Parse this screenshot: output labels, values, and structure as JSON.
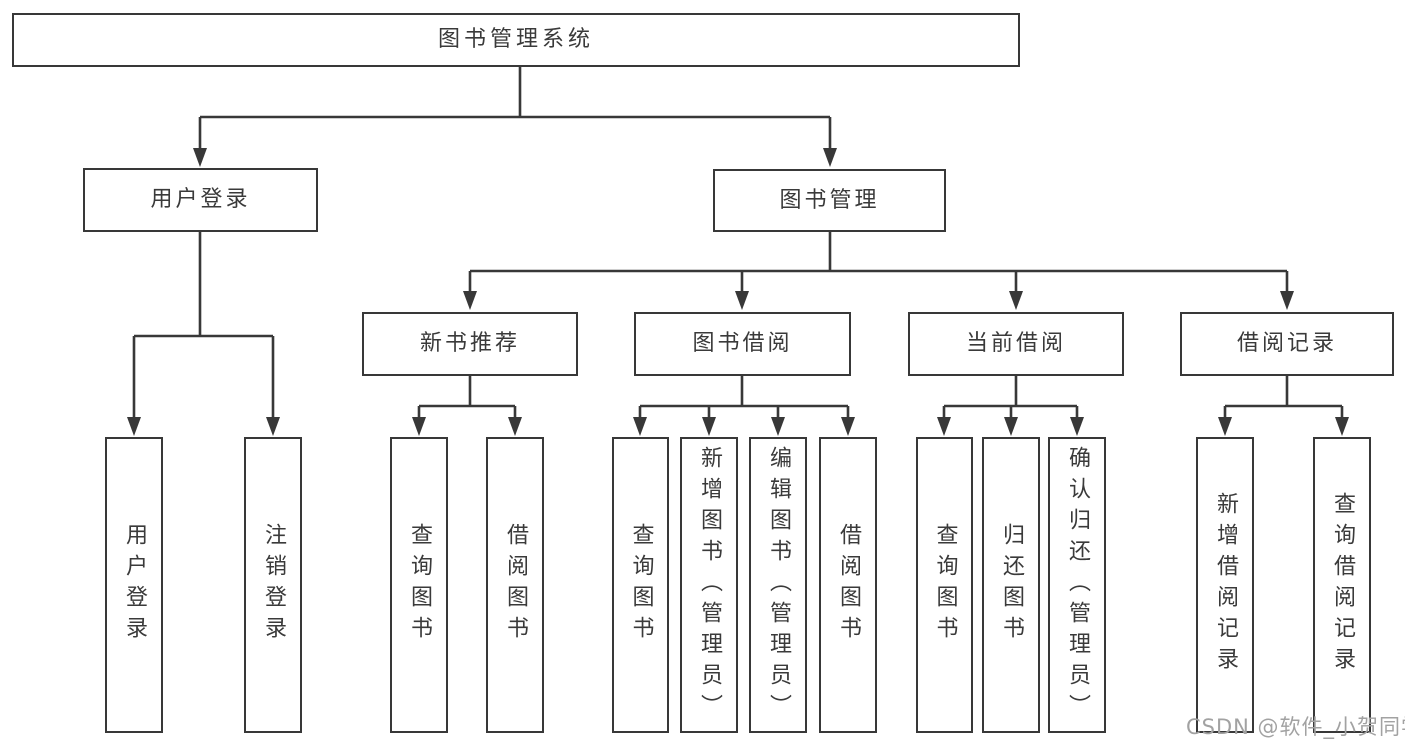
{
  "tree": {
    "root": {
      "label": "图书管理系统"
    },
    "branches": [
      {
        "label": "用户登录",
        "children": [
          {
            "label": "用户登录"
          },
          {
            "label": "注销登录"
          }
        ]
      },
      {
        "label": "图书管理",
        "children": [
          {
            "label": "新书推荐",
            "children": [
              {
                "label": "查询图书"
              },
              {
                "label": "借阅图书"
              }
            ]
          },
          {
            "label": "图书借阅",
            "children": [
              {
                "label": "查询图书"
              },
              {
                "label": "新增图书（管理员）"
              },
              {
                "label": "编辑图书（管理员）"
              },
              {
                "label": "借阅图书"
              }
            ]
          },
          {
            "label": "当前借阅",
            "children": [
              {
                "label": "查询图书"
              },
              {
                "label": "归还图书"
              },
              {
                "label": "确认归还（管理员）"
              }
            ]
          },
          {
            "label": "借阅记录",
            "children": [
              {
                "label": "新增借阅记录"
              },
              {
                "label": "查询借阅记录"
              }
            ]
          }
        ]
      }
    ]
  },
  "watermark": {
    "text": "CSDN @软件_小贺同学"
  },
  "colors": {
    "line": "#383838",
    "box_border": "#383838",
    "text": "#3a3a3a",
    "watermark": "#a2a2a2",
    "background": "#ffffff"
  }
}
